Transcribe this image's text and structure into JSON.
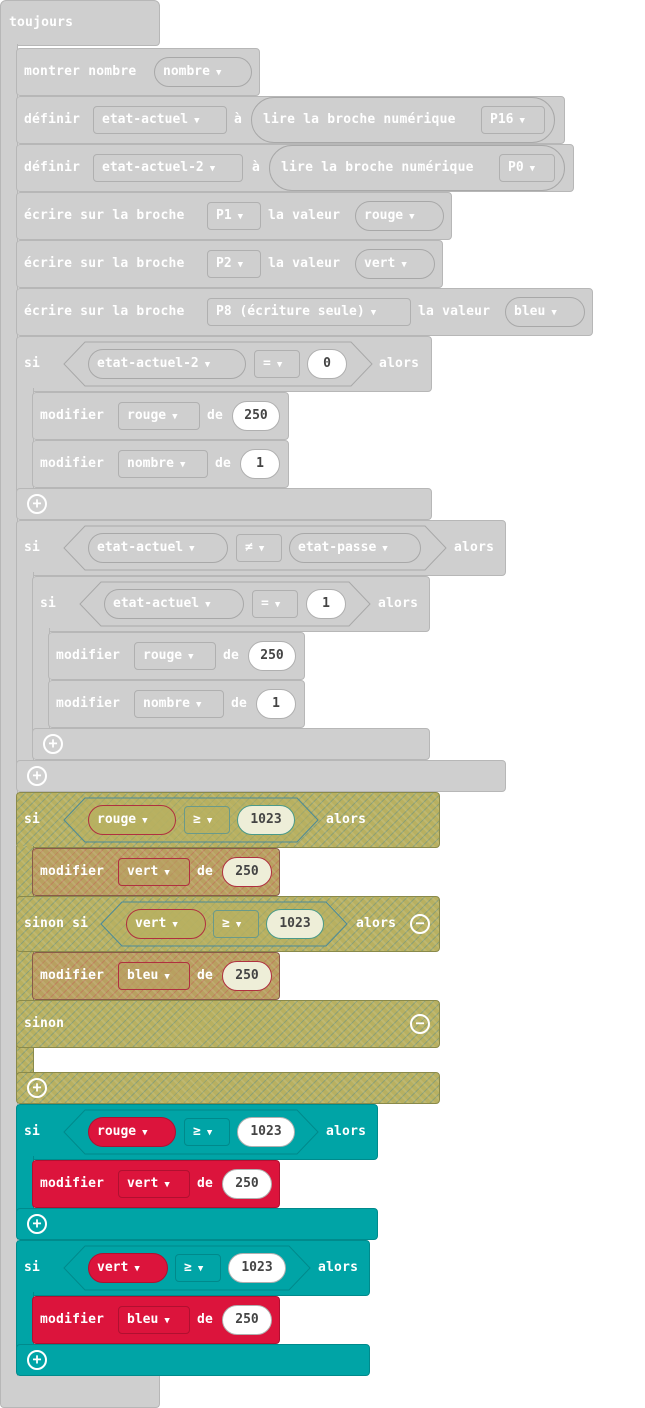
{
  "forever": {
    "label": "toujours"
  },
  "show": {
    "label": "montrer nombre",
    "var": "nombre"
  },
  "set1": {
    "label": "définir",
    "var": "etat-actuel",
    "to": "à",
    "read": "lire la broche numérique",
    "pin": "P16"
  },
  "set2": {
    "label": "définir",
    "var": "etat-actuel-2",
    "to": "à",
    "read": "lire la broche numérique",
    "pin": "P0"
  },
  "write1": {
    "label": "écrire sur la broche",
    "pin": "P1",
    "value_label": "la valeur",
    "var": "rouge"
  },
  "write2": {
    "label": "écrire sur la broche",
    "pin": "P2",
    "value_label": "la valeur",
    "var": "vert"
  },
  "write3": {
    "label": "écrire sur la broche",
    "pin": "P8 (écriture seule)",
    "value_label": "la valeur",
    "var": "bleu"
  },
  "if1": {
    "si": "si",
    "var": "etat-actuel-2",
    "op": "=",
    "val": "0",
    "alors": "alors",
    "c1": {
      "label": "modifier",
      "var": "rouge",
      "de": "de",
      "val": "250"
    },
    "c2": {
      "label": "modifier",
      "var": "nombre",
      "de": "de",
      "val": "1"
    }
  },
  "if2": {
    "si": "si",
    "var": "etat-actuel",
    "op": "≠",
    "var2": "etat-passe",
    "alors": "alors",
    "inner": {
      "si": "si",
      "var": "etat-actuel",
      "op": "=",
      "val": "1",
      "alors": "alors",
      "c1": {
        "label": "modifier",
        "var": "rouge",
        "de": "de",
        "val": "250"
      },
      "c2": {
        "label": "modifier",
        "var": "nombre",
        "de": "de",
        "val": "1"
      }
    }
  },
  "if3": {
    "si": "si",
    "var": "rouge",
    "op": "≥",
    "val": "1023",
    "alors": "alors",
    "c1": {
      "label": "modifier",
      "var": "vert",
      "de": "de",
      "val": "250"
    },
    "elseif": "sinon si",
    "var2": "vert",
    "op2": "≥",
    "val2": "1023",
    "alors2": "alors",
    "c2": {
      "label": "modifier",
      "var": "bleu",
      "de": "de",
      "val": "250"
    },
    "else": "sinon"
  },
  "if4": {
    "si": "si",
    "var": "rouge",
    "op": "≥",
    "val": "1023",
    "alors": "alors",
    "c1": {
      "label": "modifier",
      "var": "vert",
      "de": "de",
      "val": "250"
    }
  },
  "if5": {
    "si": "si",
    "var": "vert",
    "op": "≥",
    "val": "1023",
    "alors": "alors",
    "c1": {
      "label": "modifier",
      "var": "bleu",
      "de": "de",
      "val": "250"
    }
  },
  "icons": {
    "add": "plus-circle-icon",
    "remove": "minus-circle-icon",
    "dropdown": "chevron-down-icon"
  },
  "colors": {
    "block_gray": "#cfcfcf",
    "logic_teal": "#00a4a6",
    "variable_red": "#dc143c",
    "hatched": "#b8b060"
  }
}
